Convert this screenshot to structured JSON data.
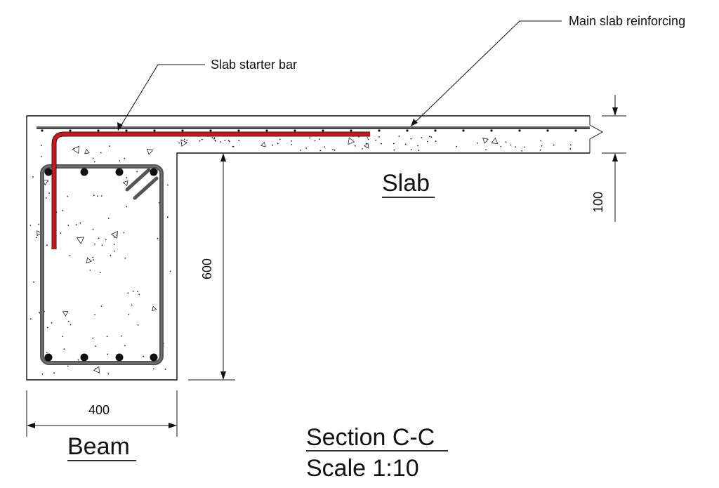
{
  "annotations": {
    "slab_starter_bar": "Slab starter bar",
    "main_slab_reinforcing": "Main slab reinforcing"
  },
  "labels": {
    "slab": "Slab",
    "beam": "Beam",
    "section_title": "Section C-C",
    "scale": "Scale 1:10"
  },
  "dimensions": {
    "beam_width": "400",
    "beam_depth": "600",
    "slab_thickness": "100"
  },
  "colors": {
    "starter_bar": "#d0141c",
    "stirrup": "#555555",
    "concrete_outline": "#111111",
    "slab_bar": "#444444"
  }
}
